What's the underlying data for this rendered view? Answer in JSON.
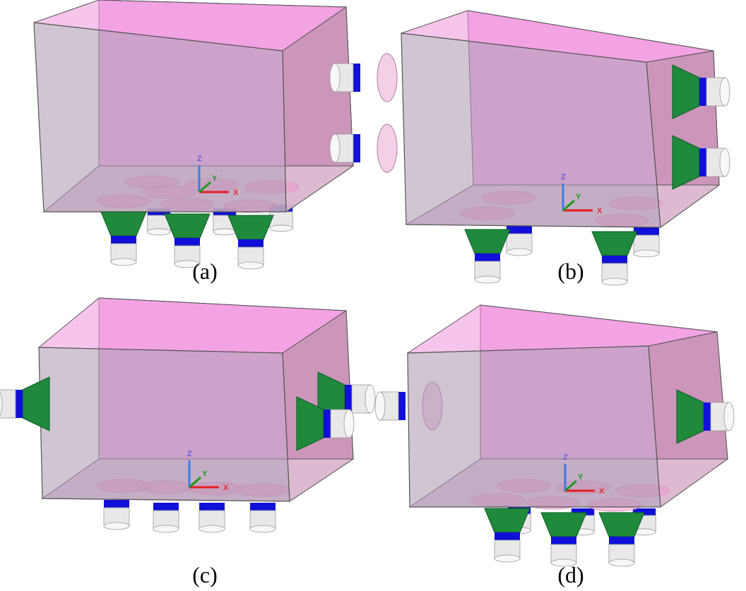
{
  "figure": {
    "panels": [
      {
        "label": "(a)"
      },
      {
        "label": "(b)"
      },
      {
        "label": "(c)"
      },
      {
        "label": "(d)"
      }
    ],
    "axes": {
      "x": "X",
      "y": "Y",
      "z": "Z"
    },
    "colors": {
      "box_fill": "#f4a6e6",
      "horn_green": "#1f8a3c",
      "horn_band": "#1010d8",
      "waveguide": "#e8e8e8",
      "edge": "#555555"
    }
  }
}
